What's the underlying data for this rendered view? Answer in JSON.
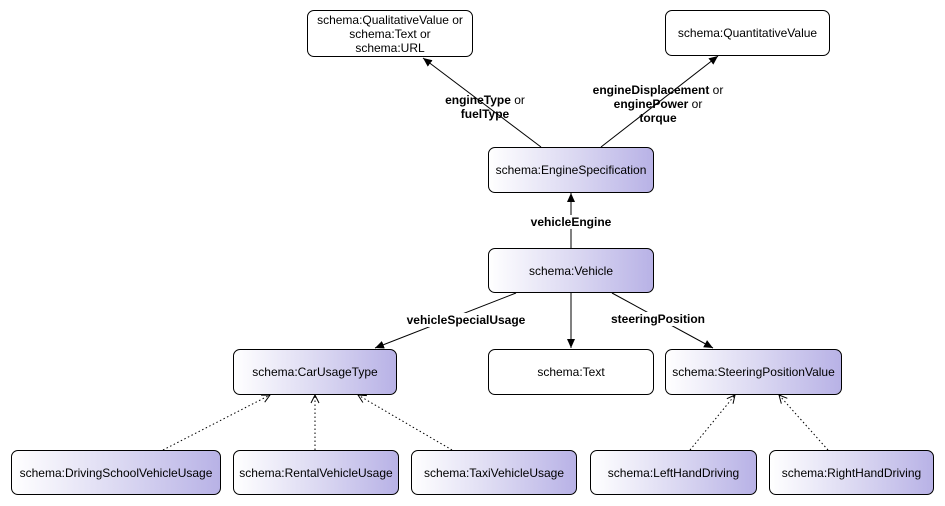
{
  "nodes": {
    "qualitative_value": "schema:QualitativeValue  or\nschema:Text or\nschema:URL",
    "quantitative_value": "schema:QuantitativeValue",
    "engine_specification": "schema:EngineSpecification",
    "vehicle": "schema:Vehicle",
    "car_usage_type": "schema:CarUsageType",
    "text": "schema:Text",
    "steering_position_value": "schema:SteeringPositionValue",
    "driving_school_usage": "schema:DrivingSchoolVehicleUsage",
    "rental_usage": "schema:RentalVehicleUsage",
    "taxi_usage": "schema:TaxiVehicleUsage",
    "left_hand_driving": "schema:LeftHandDriving",
    "right_hand_driving": "schema:RightHandDriving"
  },
  "edges": {
    "engine_type_label": "engineType",
    "or_1": " or",
    "fuel_type_label": "fuelType",
    "engine_displacement_label": "engineDisplacement",
    "or_2": " or",
    "engine_power_label": "enginePower",
    "or_3": " or",
    "torque_label": "torque",
    "vehicle_engine_label": "vehicleEngine",
    "vehicle_special_usage_label": "vehicleSpecialUsage",
    "steering_position_label": "steeringPosition"
  }
}
